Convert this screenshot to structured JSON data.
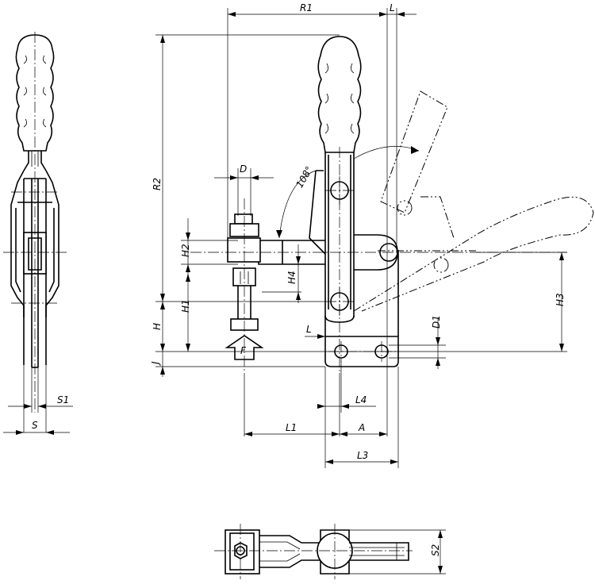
{
  "drawing": {
    "background": "#ffffff",
    "line_color": "#000000",
    "labels": {
      "R1": "R1",
      "L_top": "L",
      "R2": "R2",
      "D": "D",
      "angle": "108°",
      "H2": "H2",
      "H4": "H4",
      "H1": "H1",
      "H": "H",
      "J": "J",
      "F": "F",
      "L_mid": "L",
      "D1": "D1",
      "H3": "H3",
      "L4": "L4",
      "L1": "L1",
      "A": "A",
      "L3": "L3",
      "S1": "S1",
      "S": "S",
      "S2": "S2"
    }
  }
}
